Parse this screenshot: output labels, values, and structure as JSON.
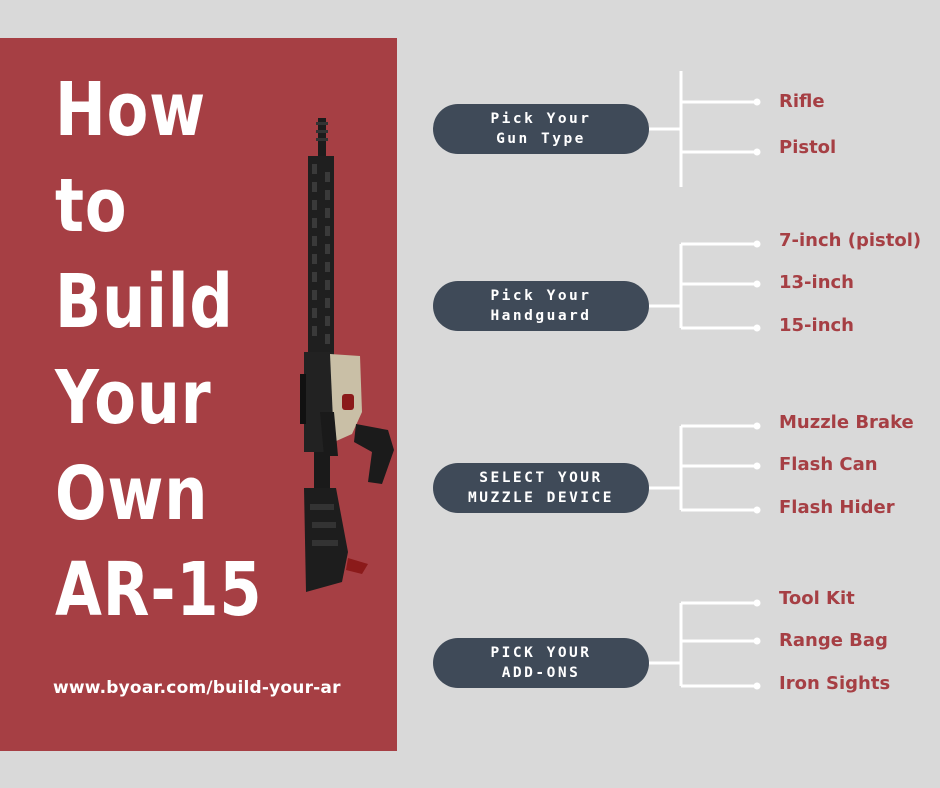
{
  "colors": {
    "panel": "#a63f44",
    "background": "#d9d9d9",
    "pill": "#3f4a58",
    "option_text": "#a63f44",
    "connector": "#ffffff"
  },
  "title_lines": [
    "How",
    "to",
    "Build",
    "Your",
    "Own",
    "AR-15"
  ],
  "url": "www.byoar.com/build-your-ar",
  "steps": [
    {
      "lines": [
        "Pick Your",
        "Gun Type"
      ],
      "options": [
        "Rifle",
        "Pistol"
      ]
    },
    {
      "lines": [
        "Pick Your",
        "Handguard"
      ],
      "options": [
        "7-inch (pistol)",
        "13-inch",
        "15-inch"
      ]
    },
    {
      "lines": [
        "SELECT YOUR",
        "MUZZLE DEVICE"
      ],
      "options": [
        "Muzzle Brake",
        "Flash Can",
        "Flash Hider"
      ]
    },
    {
      "lines": [
        "PICK YOUR",
        "ADD-ONS"
      ],
      "options": [
        "Tool Kit",
        "Range Bag",
        "Iron Sights"
      ]
    }
  ],
  "image": "ar-15-rifle"
}
